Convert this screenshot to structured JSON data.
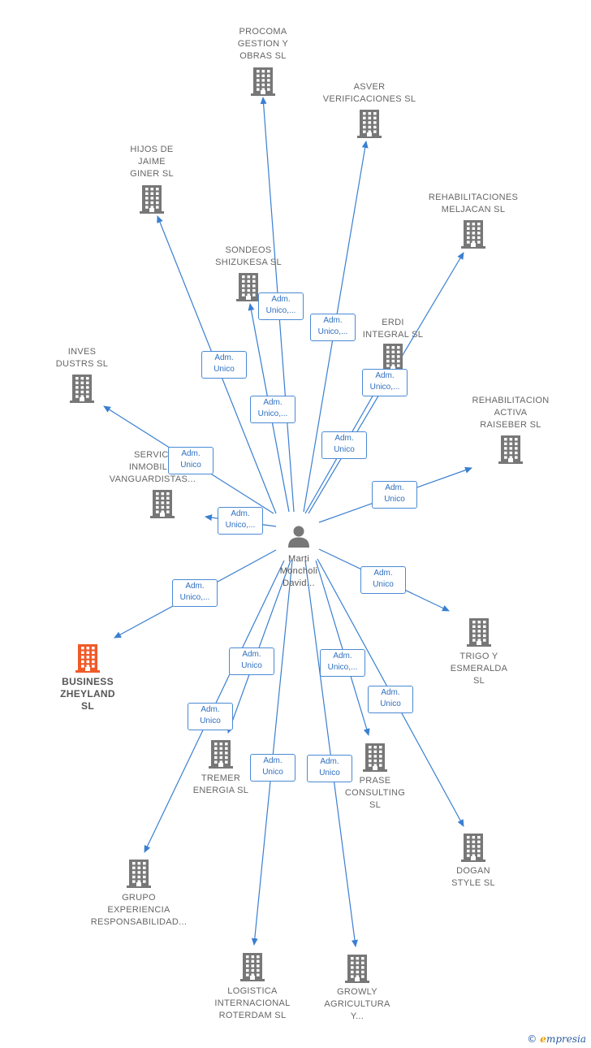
{
  "center": {
    "label_lines": [
      "Marti",
      "Moncholi",
      "David..."
    ],
    "icon": "person-icon"
  },
  "colors": {
    "edge": "#3a7fd0",
    "building": "#777777",
    "focus_building": "#f05a28"
  },
  "nodes": [
    {
      "id": "procoma",
      "label_lines": [
        "PROCOMA",
        "GESTION Y",
        "OBRAS  SL"
      ],
      "focus": false
    },
    {
      "id": "asver",
      "label_lines": [
        "ASVER",
        "VERIFICACIONES SL"
      ],
      "focus": false
    },
    {
      "id": "hijos-jaime",
      "label_lines": [
        "HIJOS DE",
        "JAIME",
        "GINER SL"
      ],
      "focus": false
    },
    {
      "id": "rehab-meljacan",
      "label_lines": [
        "REHABILITACIONES",
        "MELJACAN  SL"
      ],
      "focus": false
    },
    {
      "id": "sondeos",
      "label_lines": [
        "SONDEOS",
        "SHIZUKESA  SL"
      ],
      "focus": false
    },
    {
      "id": "erdi",
      "label_lines": [
        "ERDI",
        "INTEGRAL  SL"
      ],
      "focus": false
    },
    {
      "id": "inves",
      "label_lines": [
        "INVES",
        "DUSTRS SL"
      ],
      "focus": false
    },
    {
      "id": "rehab-raiseber",
      "label_lines": [
        "REHABILITACION",
        "ACTIVA",
        "RAISEBER  SL"
      ],
      "focus": false
    },
    {
      "id": "servicios",
      "label_lines": [
        "SERVICI",
        "INMOBILIA",
        "VANGUARDISTAS..."
      ],
      "focus": false
    },
    {
      "id": "business",
      "label_lines": [
        "BUSINESS",
        "ZHEYLAND",
        "SL"
      ],
      "focus": true
    },
    {
      "id": "trigo",
      "label_lines": [
        "TRIGO Y",
        "ESMERALDA",
        "SL"
      ],
      "focus": false
    },
    {
      "id": "tremer",
      "label_lines": [
        "TREMER",
        "ENERGIA SL"
      ],
      "focus": false
    },
    {
      "id": "prase",
      "label_lines": [
        "PRASE",
        "CONSULTING",
        "SL"
      ],
      "focus": false
    },
    {
      "id": "dogan",
      "label_lines": [
        "DOGAN",
        "STYLE  SL"
      ],
      "focus": false
    },
    {
      "id": "grupo",
      "label_lines": [
        "GRUPO",
        "EXPERIENCIA",
        "RESPONSABILIDAD..."
      ],
      "focus": false
    },
    {
      "id": "logistica",
      "label_lines": [
        "LOGISTICA",
        "INTERNACIONAL",
        "ROTERDAM SL"
      ],
      "focus": false
    },
    {
      "id": "growly",
      "label_lines": [
        "GROWLY",
        "AGRICULTURA",
        "Y..."
      ],
      "focus": false
    }
  ],
  "edges": [
    {
      "to": "procoma",
      "label_lines": [
        "Adm.",
        "Unico,..."
      ]
    },
    {
      "to": "asver",
      "label_lines": [
        "Adm.",
        "Unico,..."
      ]
    },
    {
      "to": "hijos-jaime",
      "label_lines": [
        "Adm.",
        "Unico"
      ]
    },
    {
      "to": "rehab-meljacan",
      "label_lines": [
        "Adm.",
        "Unico"
      ]
    },
    {
      "to": "sondeos",
      "label_lines": [
        "Adm.",
        "Unico,..."
      ]
    },
    {
      "to": "erdi",
      "label_lines": [
        "Adm.",
        "Unico,..."
      ]
    },
    {
      "to": "inves",
      "label_lines": [
        "Adm.",
        "Unico"
      ]
    },
    {
      "to": "rehab-raiseber",
      "label_lines": [
        "Adm.",
        "Unico"
      ]
    },
    {
      "to": "servicios",
      "label_lines": [
        "Adm.",
        "Unico,..."
      ]
    },
    {
      "to": "business",
      "label_lines": [
        "Adm.",
        "Unico,..."
      ]
    },
    {
      "to": "trigo",
      "label_lines": [
        "Adm.",
        "Unico"
      ]
    },
    {
      "to": "tremer",
      "label_lines": [
        "Adm.",
        "Unico"
      ]
    },
    {
      "to": "prase",
      "label_lines": [
        "Adm.",
        "Unico,..."
      ]
    },
    {
      "to": "dogan",
      "label_lines": [
        "Adm.",
        "Unico"
      ]
    },
    {
      "to": "grupo",
      "label_lines": [
        "Adm.",
        "Unico"
      ]
    },
    {
      "to": "logistica",
      "label_lines": [
        "Adm.",
        "Unico"
      ]
    },
    {
      "to": "growly",
      "label_lines": [
        "Adm.",
        "Unico"
      ]
    }
  ],
  "footer": {
    "copyright": "©",
    "brand_initial": "e",
    "brand_rest": "mpresia"
  }
}
